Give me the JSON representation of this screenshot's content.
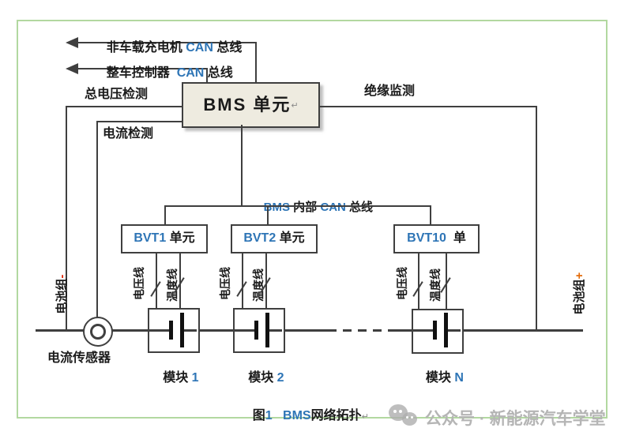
{
  "colors": {
    "accent_blue": "#2e75b6",
    "line_dark": "#3f3f3f",
    "frame_green": "#b2d8a0",
    "bms_fill": "#eeebe0",
    "watermark_gray": "#b5b5b5",
    "minus_red": "#e02000",
    "plus_orange": "#e36c0a"
  },
  "can_buses": {
    "offboard_charger": {
      "pre": "非车载充电机 ",
      "can": "CAN",
      "post": " 总线"
    },
    "vehicle_controller": {
      "pre": "整车控制器  ",
      "can": "CAN",
      "post": " 总线"
    }
  },
  "bms_unit": {
    "label": "BMS 单元",
    "return_mark": "↵"
  },
  "monitor_labels": {
    "total_voltage": "总电压检测",
    "current": "电流检测",
    "insulation": "绝缘监测"
  },
  "internal_bus": {
    "bms": "BMS",
    "mid": " 内部 ",
    "can": "CAN",
    "post": " 总线"
  },
  "bvt_units": [
    {
      "id": "BVT1",
      "suffix": " 单元"
    },
    {
      "id": "BVT2",
      "suffix": " 单元"
    },
    {
      "id": "BVT10",
      "suffix": "  单"
    }
  ],
  "wire_labels": {
    "voltage": "电压线",
    "temperature": "温度线"
  },
  "modules": [
    {
      "name": "模块 ",
      "num": "1"
    },
    {
      "name": "模块 ",
      "num": "2"
    },
    {
      "name": "模块 ",
      "num": "N"
    }
  ],
  "battery_pack": {
    "name": "电池组",
    "minus": "-",
    "plus": "+"
  },
  "current_sensor": {
    "label": "电流传感器"
  },
  "caption": {
    "fig": "图",
    "fig_num": "1",
    "gap": "   ",
    "bms": "BMS",
    "rest": "网络拓扑",
    "return_mark": "↵"
  },
  "watermark": {
    "text": "公众号 · 新能源汽车学堂"
  }
}
